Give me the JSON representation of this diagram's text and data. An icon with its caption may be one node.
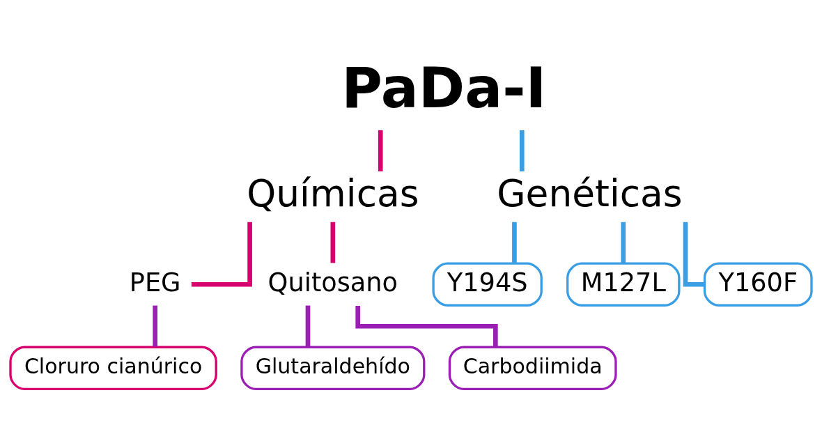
{
  "diagram": {
    "nodes": [
      {
        "text": [
          "PaDa-I"
        ]
      },
      {
        "text": [
          "Químicas"
        ]
      },
      {
        "text": [
          "Genéticas"
        ]
      },
      {
        "text": [
          "PEG"
        ]
      },
      {
        "text": [
          "Quitosano"
        ]
      },
      {
        "text": [
          "Cloruro cianúrico"
        ]
      },
      {
        "text": [
          "Glutaraldehído"
        ]
      },
      {
        "text": [
          "Carbodiimida"
        ]
      },
      {
        "text": [
          "Y194S"
        ]
      },
      {
        "text": [
          "M127L"
        ]
      },
      {
        "text": [
          "Y160F"
        ]
      }
    ],
    "edges": [
      {
        "from": 0,
        "to": 1,
        "arrow": "none",
        "color": "#d6006e"
      },
      {
        "from": 0,
        "to": 2,
        "arrow": "none",
        "color": "#3a9ee4"
      },
      {
        "from": 1,
        "to": 3,
        "arrow": "none",
        "color": "#d6006e"
      },
      {
        "from": 1,
        "to": 4,
        "arrow": "none",
        "color": "#d6006e"
      },
      {
        "from": 3,
        "to": 5,
        "arrow": "none",
        "color": "#9c1fb5"
      },
      {
        "from": 4,
        "to": 6,
        "arrow": "none",
        "color": "#9c1fb5"
      },
      {
        "from": 4,
        "to": 7,
        "arrow": "none",
        "color": "#9c1fb5"
      },
      {
        "from": 2,
        "to": 8,
        "arrow": "none",
        "color": "#3a9ee4"
      },
      {
        "from": 2,
        "to": 9,
        "arrow": "none",
        "color": "#3a9ee4"
      },
      {
        "from": 2,
        "to": 10,
        "arrow": "none",
        "color": "#3a9ee4"
      }
    ]
  }
}
